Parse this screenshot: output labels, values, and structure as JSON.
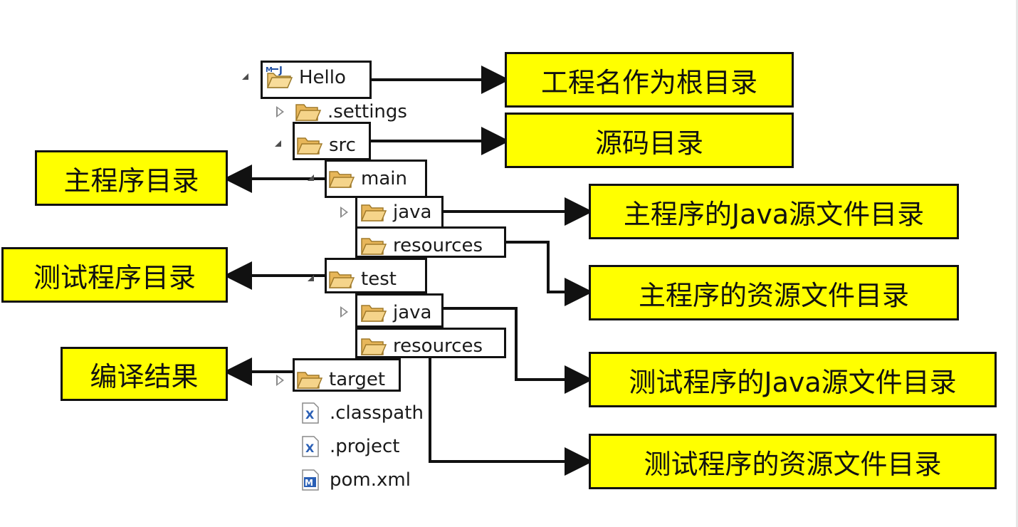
{
  "tree": {
    "project": "Hello",
    "settings": ".settings",
    "src": "src",
    "main": "main",
    "main_java": "java",
    "main_resources": "resources",
    "test": "test",
    "test_java": "java",
    "test_resources": "resources",
    "target": "target",
    "classpath": ".classpath",
    "project_file": ".project",
    "pom": "pom.xml"
  },
  "icons": {
    "project": "maven-project-icon",
    "folder": "folder-icon",
    "xml": "xml-file-icon",
    "pom": "maven-pom-icon"
  },
  "callouts": {
    "project_root": "工程名作为根目录",
    "source_dir": "源码目录",
    "main_dir": "主程序目录",
    "main_java": "主程序的Java源文件目录",
    "main_resources": "主程序的资源文件目录",
    "test_dir": "测试程序目录",
    "test_java": "测试程序的Java源文件目录",
    "test_resources": "测试程序的资源文件目录",
    "target_dir": "编译结果"
  },
  "colors": {
    "callout_fill": "#ffff00",
    "outline": "#111111",
    "folder": "#f1c774"
  }
}
